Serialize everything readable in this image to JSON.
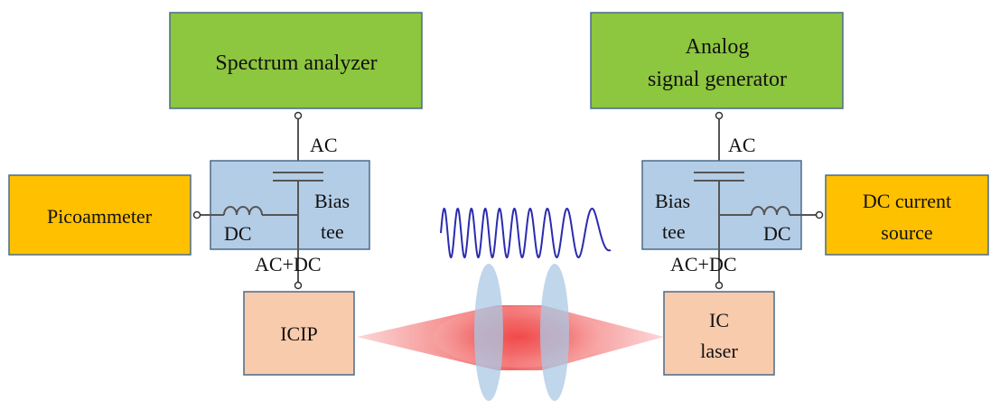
{
  "left_chain": {
    "analyzer_label": "Spectrum analyzer",
    "ac_label": "AC",
    "bias_tee_line1": "Bias",
    "bias_tee_line2": "tee",
    "dc_label": "DC",
    "picoammeter_label": "Picoammeter",
    "acdc_label": "AC+DC",
    "icip_label": "ICIP"
  },
  "right_chain": {
    "generator_line1": "Analog",
    "generator_line2": "signal generator",
    "ac_label": "AC",
    "bias_tee_line1": "Bias",
    "bias_tee_line2": "tee",
    "dc_label": "DC",
    "source_line1": "DC current",
    "source_line2": "source",
    "acdc_label": "AC+DC",
    "laser_line1": "IC",
    "laser_line2": "laser"
  },
  "colors": {
    "instrument_green": "#8dc63f",
    "bias_tee_blue": "#b4cde6",
    "meter_orange": "#ffc000",
    "device_peach": "#f8cbad",
    "lens_blue": "#aac8e4",
    "beam_red": "#f05a5a",
    "wave_blue": "#2b2bb0"
  },
  "icons": [
    "inductor-coil",
    "capacitor",
    "terminal-dot",
    "chirped-wave",
    "focusing-lens"
  ]
}
